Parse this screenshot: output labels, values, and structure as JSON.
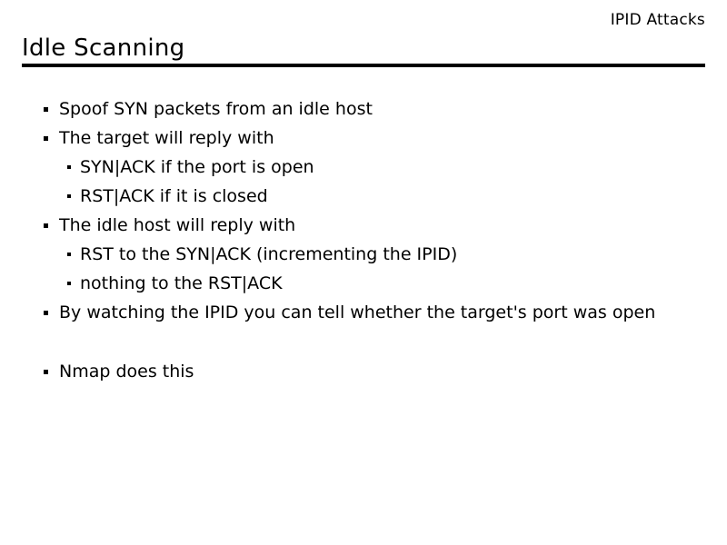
{
  "slide": {
    "corner_label": "IPID Attacks",
    "title": "Idle Scanning",
    "colors": {
      "background": "#ffffff",
      "text": "#000000",
      "rule": "#000000"
    },
    "bullets": [
      {
        "level": 1,
        "text": "Spoof SYN packets from an idle host"
      },
      {
        "level": 1,
        "text": "The target will reply with"
      },
      {
        "level": 2,
        "text": "SYN|ACK if the port is open"
      },
      {
        "level": 2,
        "text": "RST|ACK if it is closed"
      },
      {
        "level": 1,
        "text": "The idle host will reply with"
      },
      {
        "level": 2,
        "text": "RST to the SYN|ACK (incrementing the IPID)"
      },
      {
        "level": 2,
        "text": "nothing to the RST|ACK"
      },
      {
        "level": 1,
        "text": "By watching the IPID you can tell whether the target's port was open"
      },
      {
        "level": 1,
        "text": "Nmap does this"
      }
    ]
  }
}
